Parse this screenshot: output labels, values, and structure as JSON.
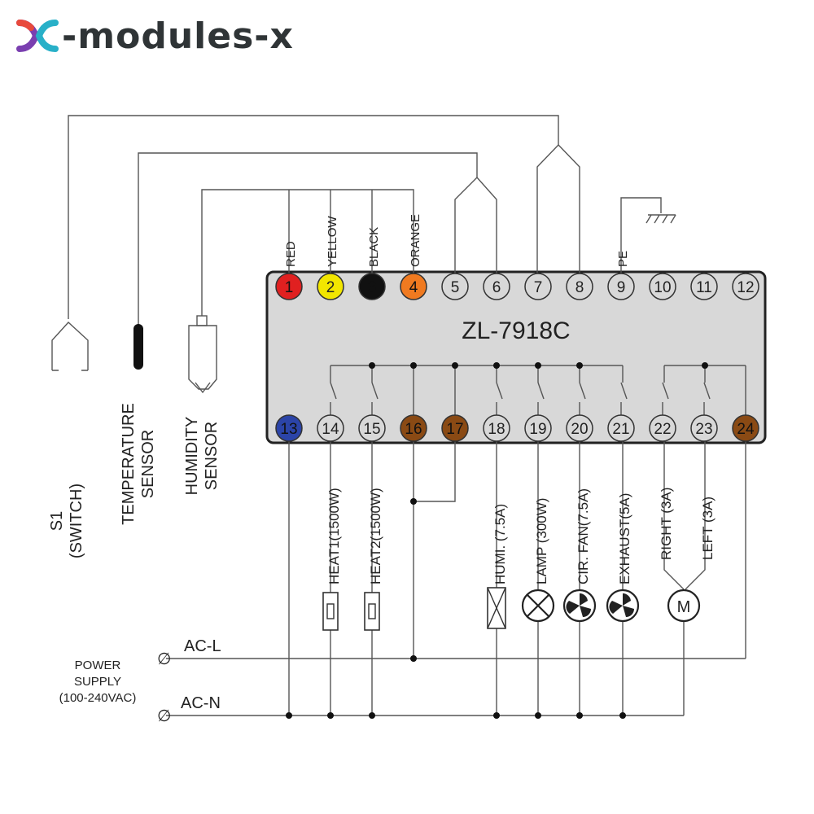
{
  "brand": {
    "name": "-modules-x",
    "accent_colors": [
      "#e8493b",
      "#7a3fb0",
      "#28b0c8"
    ]
  },
  "controller": {
    "model": "ZL-7918C",
    "body_color": "#d8d8d8"
  },
  "terminals_top": [
    {
      "num": "1",
      "color": "#e02020",
      "wire_label": "RED"
    },
    {
      "num": "2",
      "color": "#f2e600",
      "wire_label": "YELLOW"
    },
    {
      "num": "3",
      "color": "#111111",
      "wire_label": "BLACK"
    },
    {
      "num": "4",
      "color": "#f07a20",
      "wire_label": "ORANGE"
    },
    {
      "num": "5",
      "color": "#d8d8d8",
      "wire_label": ""
    },
    {
      "num": "6",
      "color": "#d8d8d8",
      "wire_label": ""
    },
    {
      "num": "7",
      "color": "#d8d8d8",
      "wire_label": ""
    },
    {
      "num": "8",
      "color": "#d8d8d8",
      "wire_label": ""
    },
    {
      "num": "9",
      "color": "#d8d8d8",
      "wire_label": "PE"
    },
    {
      "num": "10",
      "color": "#d8d8d8",
      "wire_label": ""
    },
    {
      "num": "11",
      "color": "#d8d8d8",
      "wire_label": ""
    },
    {
      "num": "12",
      "color": "#d8d8d8",
      "wire_label": ""
    }
  ],
  "terminals_bottom": [
    {
      "num": "13",
      "color": "#2b44a8",
      "load_label": ""
    },
    {
      "num": "14",
      "color": "#d8d8d8",
      "load_label": "HEAT1(1500W)"
    },
    {
      "num": "15",
      "color": "#d8d8d8",
      "load_label": "HEAT2(1500W)"
    },
    {
      "num": "16",
      "color": "#8a4a14",
      "load_label": ""
    },
    {
      "num": "17",
      "color": "#8a4a14",
      "load_label": ""
    },
    {
      "num": "18",
      "color": "#d8d8d8",
      "load_label": "HUMI. (7.5A)"
    },
    {
      "num": "19",
      "color": "#d8d8d8",
      "load_label": "LAMP (300W)"
    },
    {
      "num": "20",
      "color": "#d8d8d8",
      "load_label": "CIR. FAN(7.5A)"
    },
    {
      "num": "21",
      "color": "#d8d8d8",
      "load_label": "EXHAUST(5A)"
    },
    {
      "num": "22",
      "color": "#d8d8d8",
      "load_label": "RIGHT (3A)"
    },
    {
      "num": "23",
      "color": "#d8d8d8",
      "load_label": "LEFT (3A)"
    },
    {
      "num": "24",
      "color": "#8a4a14",
      "load_label": ""
    }
  ],
  "inputs": [
    {
      "label_1": "S1",
      "label_2": "(SWITCH)"
    },
    {
      "label_1": "TEMPERATURE",
      "label_2": "SENSOR"
    },
    {
      "label_1": "HUMIDITY",
      "label_2": "SENSOR"
    }
  ],
  "power": {
    "supply_label_1": "POWER",
    "supply_label_2": "SUPPLY",
    "supply_label_3": "(100-240VAC)",
    "line_label": "AC-L",
    "neutral_label": "AC-N",
    "terminal_symbol": "∅"
  }
}
